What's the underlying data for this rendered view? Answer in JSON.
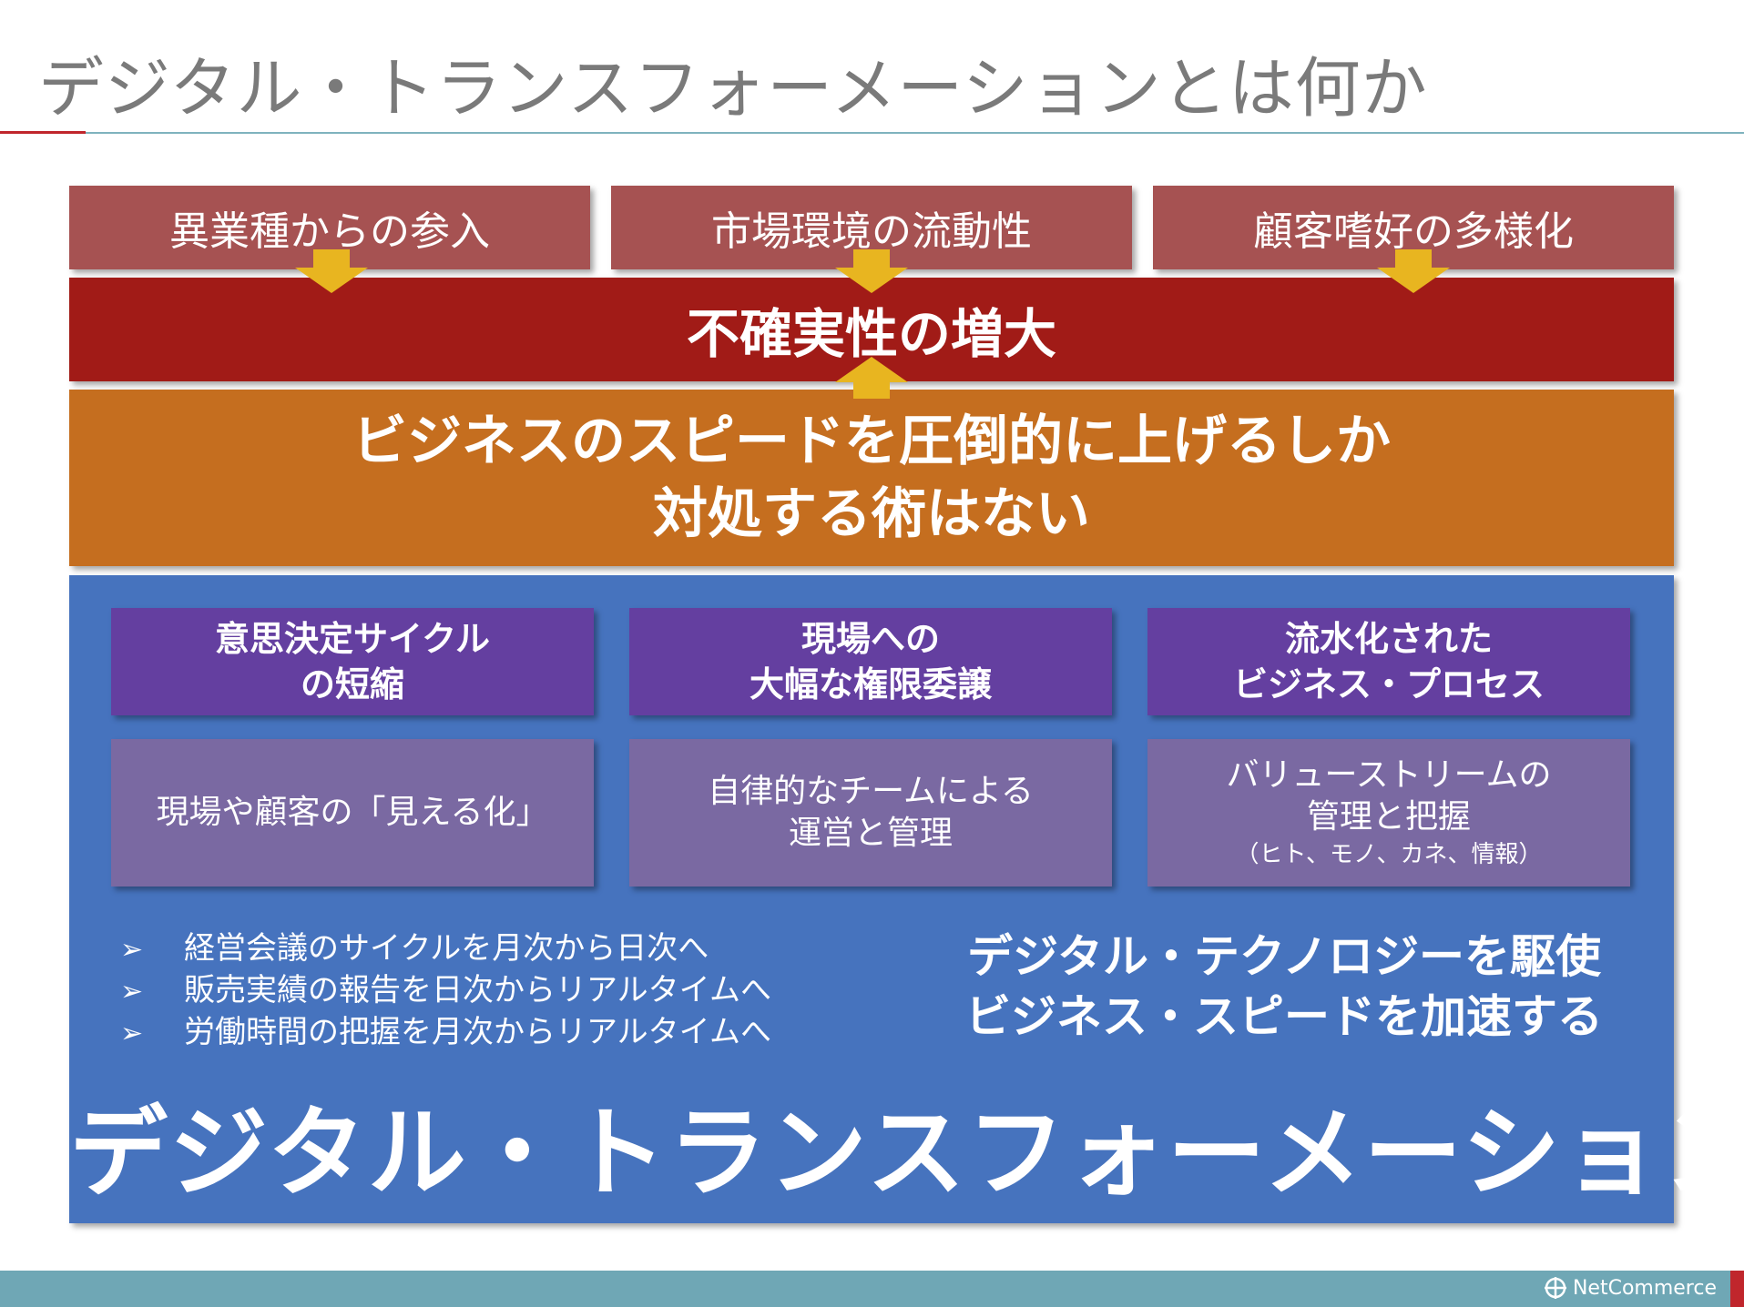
{
  "slide": {
    "title": "デジタル・トランスフォーメーションとは何か",
    "colors": {
      "cause": "#a65252",
      "uncertainty": "#a11b17",
      "speed": "#c56e1f",
      "panel": "#4673be",
      "strategy": "#643fa0",
      "practice": "#7a69a2",
      "arrow": "#e8b520",
      "footer": "#6fa7b5"
    }
  },
  "causes": [
    {
      "label": "異業種からの参入"
    },
    {
      "label": "市場環境の流動性"
    },
    {
      "label": "顧客嗜好の多様化"
    }
  ],
  "uncertainty": {
    "label": "不確実性の増大"
  },
  "speed": {
    "line1": "ビジネスのスピードを圧倒的に上げるしか",
    "line2": "対処する術はない"
  },
  "strategies": [
    {
      "line1": "意思決定サイクル",
      "line2": "の短縮"
    },
    {
      "line1": "現場への",
      "line2": "大幅な権限委譲"
    },
    {
      "line1": "流水化された",
      "line2": "ビジネス・プロセス"
    }
  ],
  "practices": [
    {
      "line1": "現場や顧客の「見える化」"
    },
    {
      "line1": "自律的なチームによる",
      "line2": "運営と管理"
    },
    {
      "line1": "バリューストリームの",
      "line2": "管理と把握",
      "note": "（ヒト、モノ、カネ、情報）"
    }
  ],
  "bullets": {
    "marker": "➢",
    "items": [
      "経営会議のサイクルを月次から日次へ",
      "販売実績の報告を日次からリアルタイムへ",
      "労働時間の把握を月次からリアルタイムへ"
    ]
  },
  "slogan": {
    "line1": "デジタル・テクノロジーを駆使",
    "line2": "ビジネス・スピードを加速する"
  },
  "big_title": "デジタル・トランスフォーメーション",
  "footer": {
    "logo_text": "NetCommerce",
    "logo_icon": "netcommerce-logo-icon"
  }
}
